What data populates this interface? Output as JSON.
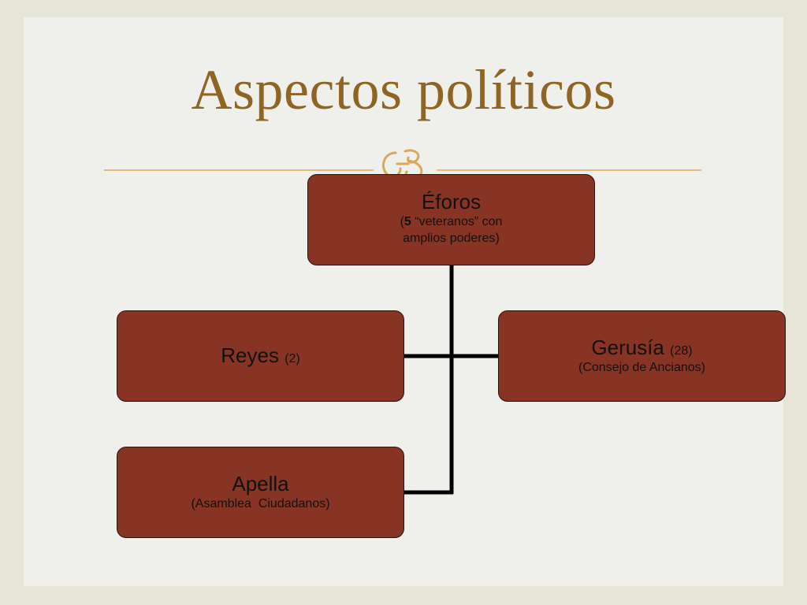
{
  "slide": {
    "title": "Aspectos políticos",
    "colors": {
      "title": "#8f6524",
      "box_fill": "#883425",
      "divider": "#e3bb7d",
      "background": "#efefec",
      "frame": "#e6e5d7"
    },
    "ornament_icon": "fleuron-icon"
  },
  "diagram": {
    "eforos": {
      "name": "Éforos",
      "note_open": "(",
      "note_number": "5",
      "note_text": " “veteranos” con",
      "note_line2": "amplios poderes)"
    },
    "reyes": {
      "name": "Reyes",
      "count": "(2)"
    },
    "gerusia": {
      "name": "Gerusía",
      "count": "(28)",
      "note": "(Consejo de Ancianos)"
    },
    "apella": {
      "name": "Apella",
      "note": "(Asamblea  Ciudadanos)"
    }
  }
}
